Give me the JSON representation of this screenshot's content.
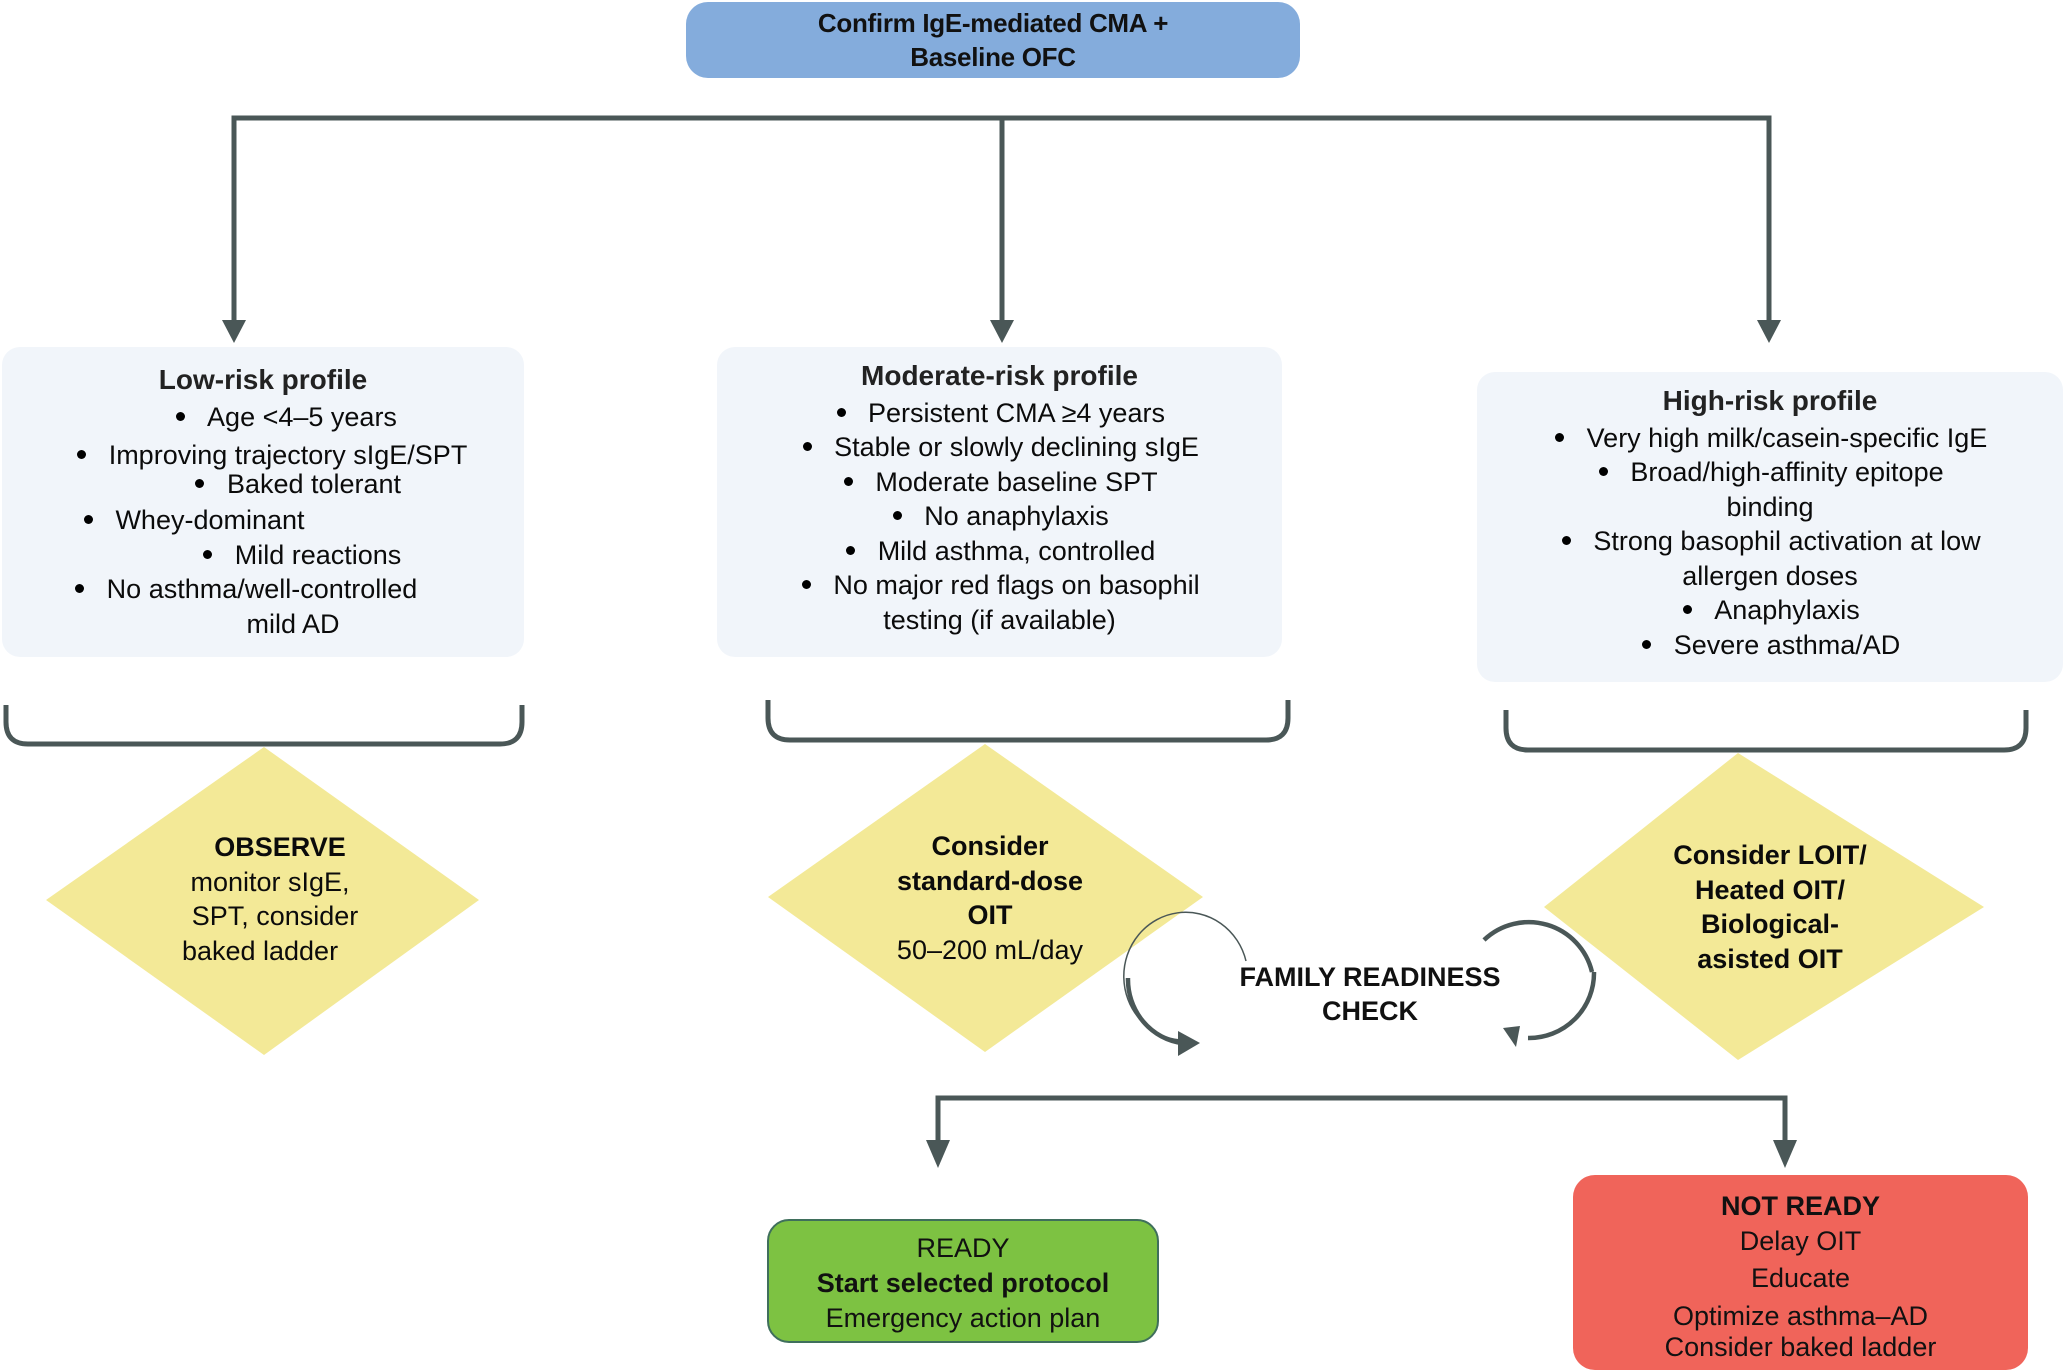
{
  "colors": {
    "start_box": "#84acdc",
    "profile_box": "#f1f5fa",
    "decision": "#f3e997",
    "connector": "#4a5757",
    "ready": "#7dc242",
    "not_ready": "#f0645a"
  },
  "start": {
    "line1": "Confirm IgE-mediated CMA +",
    "line2": "Baseline OFC"
  },
  "profiles": [
    {
      "title": "Low-risk profile",
      "items": [
        "Age <4–5 years",
        "Improving trajectory sIgE/SPT",
        "Baked tolerant",
        "Whey-dominant",
        "Mild reactions",
        "No asthma/well-controlled",
        "mild AD"
      ]
    },
    {
      "title": "Moderate-risk profile",
      "items": [
        "Persistent CMA ≥4 years",
        "Stable or slowly declining sIgE",
        "Moderate baseline SPT",
        "No anaphylaxis",
        "Mild asthma, controlled",
        "No major red flags on basophil",
        "testing (if available)"
      ]
    },
    {
      "title": "High-risk profile",
      "items": [
        "Very high milk/casein-specific IgE",
        "Broad/high-affinity epitope",
        "binding",
        "Strong basophil activation at low",
        "allergen doses",
        "Anaphylaxis",
        "Severe asthma/AD"
      ]
    }
  ],
  "decisions": [
    {
      "heading": "OBSERVE",
      "lines": [
        "monitor sIgE,",
        "SPT, consider",
        "baked ladder"
      ]
    },
    {
      "heading_lines": [
        "Consider",
        "standard-dose",
        "OIT"
      ],
      "lines": [
        "50–200 mL/day"
      ]
    },
    {
      "heading_lines": [
        "Consider LOIT/",
        "Heated OIT/",
        "Biological-",
        "asisted OIT"
      ]
    }
  ],
  "family_check": {
    "line1": "FAMILY READINESS",
    "line2": "CHECK"
  },
  "ready": {
    "line1": "READY",
    "line2": "Start selected protocol",
    "line3": "Emergency action plan"
  },
  "not_ready": {
    "title": "NOT READY",
    "lines": [
      "Delay OIT",
      "Educate",
      "Optimize asthma–AD",
      "Consider baked ladder"
    ]
  }
}
